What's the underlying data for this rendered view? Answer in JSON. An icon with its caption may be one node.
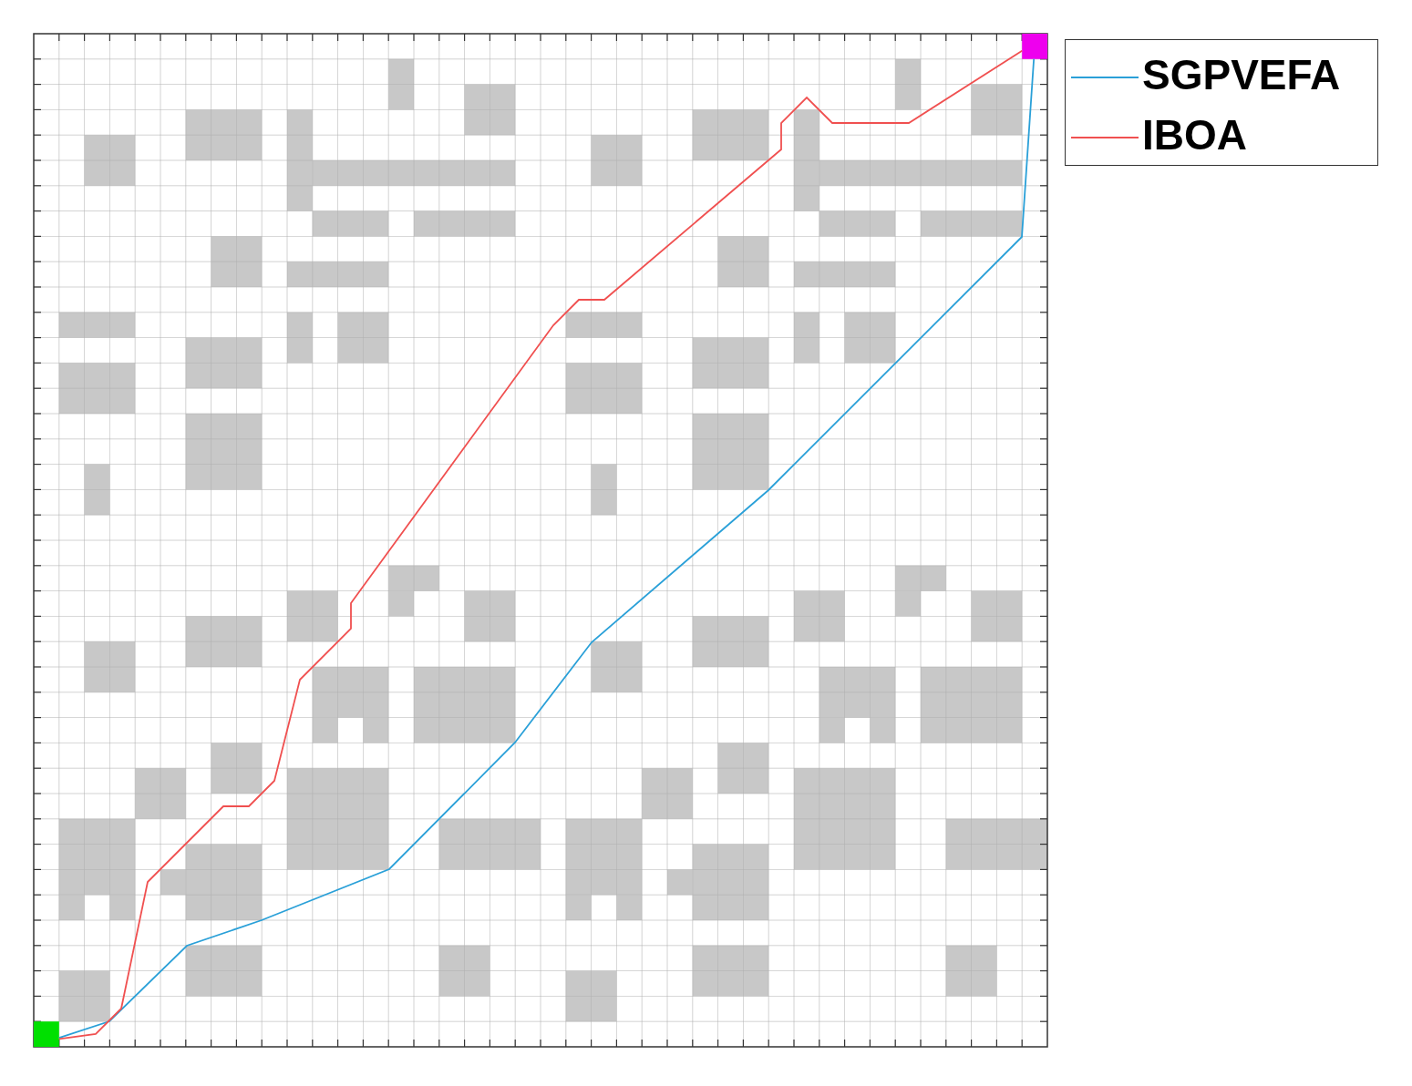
{
  "diagram": {
    "nodes": [
      {
        "text": [],
        "shape": "box"
      },
      {
        "text": [],
        "shape": "box"
      }
    ],
    "edges": [
      {
        "from": 0,
        "to": 1,
        "arrow": "none",
        "color": "#2aa0d8"
      },
      {
        "from": 0,
        "to": 1,
        "arrow": "none",
        "color": "#f05050"
      }
    ],
    "legend": [
      {
        "text": "SGPVEFA"
      },
      {
        "text": "IBOA"
      }
    ]
  }
}
